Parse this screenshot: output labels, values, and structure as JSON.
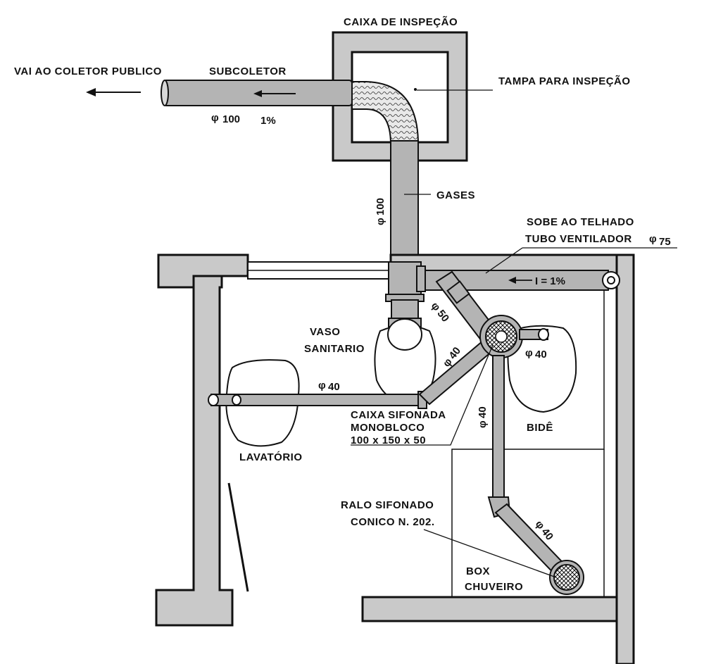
{
  "labels": {
    "caixa_inspecao": "CAIXA DE INSPEÇÃO",
    "vai_coletor": "VAI AO COLETOR PUBLICO",
    "subcoletor": "SUBCOLETOR",
    "tampa": "TAMPA PARA INSPEÇÃO",
    "gases": "GASES",
    "sobe_telhado": "SOBE AO TELHADO",
    "tubo_ventilador": "TUBO VENTILADOR",
    "tubo_ventilador_dim": "75",
    "inclinacao": "I = 1%",
    "vaso_1": "VASO",
    "vaso_2": "SANITARIO",
    "caixa_sifonada_1": "CAIXA SIFONADA",
    "caixa_sifonada_2": "MONOBLOCO",
    "caixa_sifonada_3": "100 x 150 x 50",
    "lavatorio": "LAVATÓRIO",
    "bide": "BIDÊ",
    "ralo_1": "RALO SIFONADO",
    "ralo_2": "CONICO N. 202.",
    "box_1": "BOX",
    "box_2": "CHUVEIRO"
  },
  "dimensions": {
    "subcoletor_diam": "100",
    "subcoletor_slope": "1%",
    "vertical_pipe": "100",
    "vaso_branch": "50",
    "diagonal_branch": "40",
    "lavatorio_branch": "40",
    "bide_branch": "40",
    "shower_vertical": "40",
    "shower_diagonal": "40"
  },
  "symbols": {
    "diameter": "φ"
  },
  "colors": {
    "wall": "#c9c9c9",
    "pipe": "#b4b4b4",
    "line": "#111111"
  }
}
